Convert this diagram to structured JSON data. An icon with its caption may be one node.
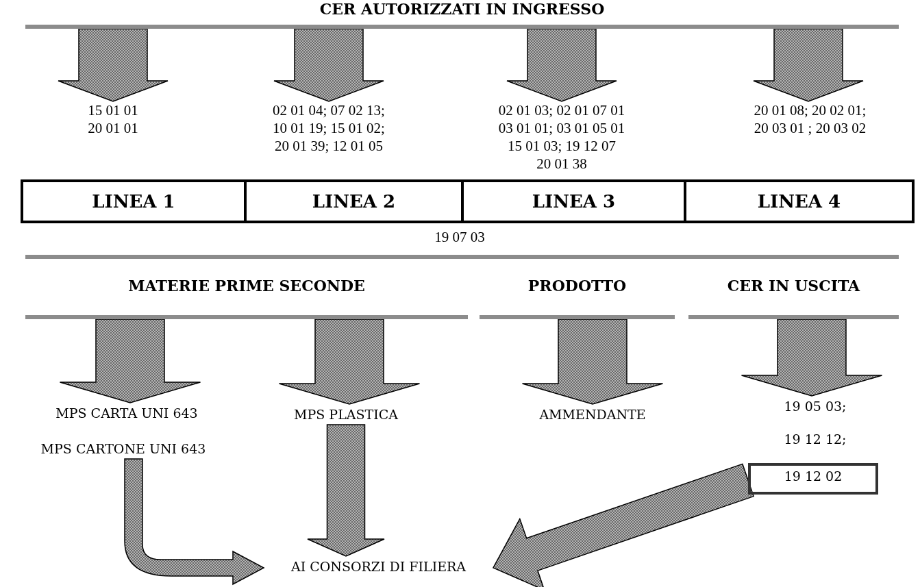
{
  "diagram": {
    "nodes": [
      {
        "text": [
          "CER AUTORIZZATI IN INGRESSO"
        ]
      },
      {
        "text": [
          "15 01 01",
          "20 01 01"
        ]
      },
      {
        "text": [
          "02 01 04; 07 02 13;",
          "10 01 19; 15 01 02;",
          "20 01 39; 12 01 05"
        ]
      },
      {
        "text": [
          "02 01 03; 02 01 07 01",
          "03 01 01; 03 01 05 01",
          "15 01 03; 19 12 07",
          "20 01 38"
        ]
      },
      {
        "text": [
          "20 01 08; 20 02 01;",
          "20 03 01 ; 20 03 02"
        ]
      },
      {
        "text": [
          "LINEA 1"
        ]
      },
      {
        "text": [
          "LINEA 2"
        ]
      },
      {
        "text": [
          "LINEA 3"
        ]
      },
      {
        "text": [
          "LINEA 4"
        ]
      },
      {
        "text": [
          "MATERIE PRIME SECONDE"
        ]
      },
      {
        "text": [
          "PRODOTTO"
        ]
      },
      {
        "text": [
          "CER IN USCITA"
        ]
      },
      {
        "text": [
          "MPS CARTA UNI 643"
        ]
      },
      {
        "text": [
          "MPS CARTONE UNI 643"
        ]
      },
      {
        "text": [
          "MPS PLASTICA"
        ]
      },
      {
        "text": [
          "AMMENDANTE"
        ]
      },
      {
        "text": [
          "19 05 03;"
        ]
      },
      {
        "text": [
          "19 12 12;"
        ]
      },
      {
        "text": [
          "19 12 02"
        ]
      },
      {
        "text": [
          "AI CONSORZI DI FILIERA"
        ]
      }
    ],
    "edges": [
      {
        "from": 0,
        "to": 1,
        "arrow": "to"
      },
      {
        "from": 0,
        "to": 2,
        "arrow": "to"
      },
      {
        "from": 0,
        "to": 3,
        "arrow": "to"
      },
      {
        "from": 0,
        "to": 4,
        "arrow": "to"
      },
      {
        "from": 9,
        "to": 12,
        "arrow": "to"
      },
      {
        "from": 9,
        "to": 14,
        "arrow": "to"
      },
      {
        "from": 10,
        "to": 15,
        "arrow": "to"
      },
      {
        "from": 11,
        "to": 16,
        "arrow": "to"
      },
      {
        "from": 13,
        "to": 19,
        "arrow": "to"
      },
      {
        "from": 14,
        "to": 19,
        "arrow": "to"
      },
      {
        "from": 18,
        "to": 19,
        "arrow": "to"
      }
    ],
    "labels": [
      "19 07 03"
    ]
  }
}
